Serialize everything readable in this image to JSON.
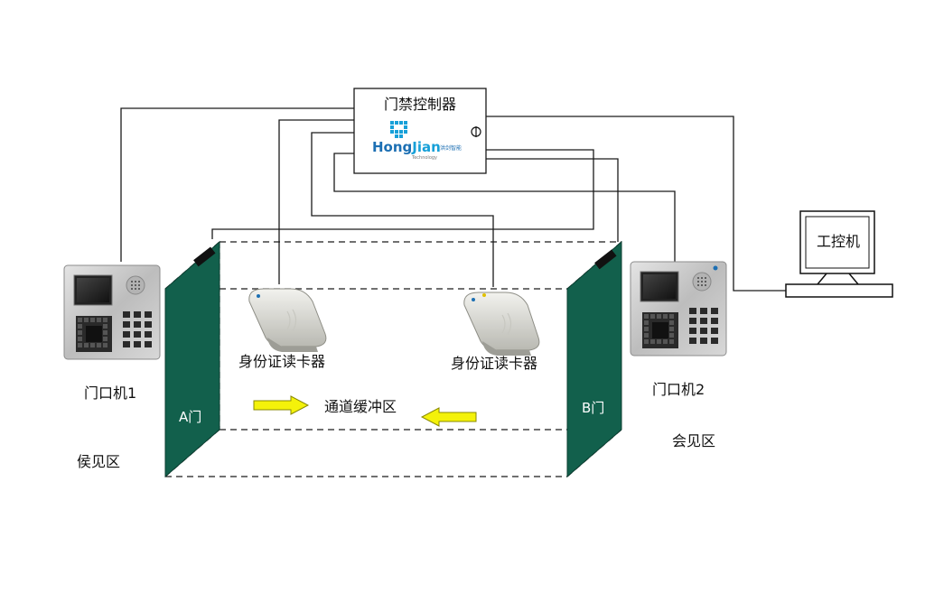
{
  "labels": {
    "controller": "门禁控制器",
    "brand_hong": "Hong",
    "brand_jian": "Jian",
    "brand_cn": "洪剑智能",
    "brand_sub": "Technology",
    "ipc": "工控机",
    "door_unit_1": "门口机1",
    "door_unit_2": "门口机2",
    "reader_1": "身份证读卡器",
    "reader_2": "身份证读卡器",
    "buffer_zone": "通道缓冲区",
    "door_a": "A门",
    "door_b": "B门",
    "waiting_area": "侯见区",
    "meeting_area": "会见区"
  },
  "colors": {
    "line": "#1a1a1a",
    "door_panel": "#12604c",
    "arrow_fill": "#f4f20a",
    "brand_blue": "#1c6fb3",
    "brand_cyan": "#17a0d8",
    "device_steel": "#c6c6c6"
  }
}
